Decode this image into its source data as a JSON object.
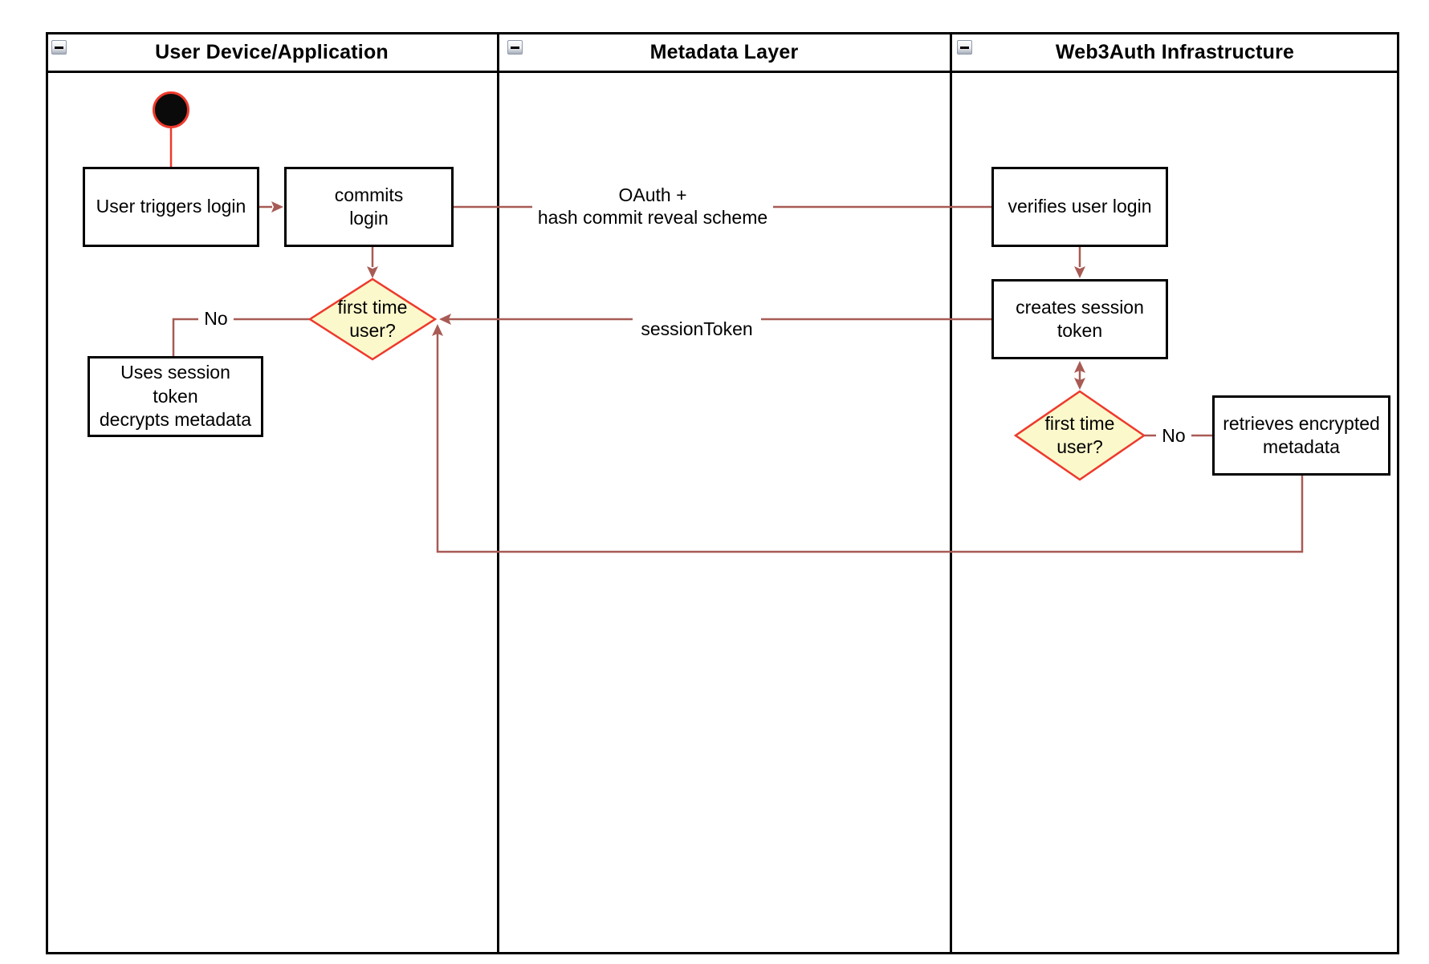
{
  "diagram": {
    "kind": "swimlane-activity-diagram",
    "colors": {
      "connector": "#a85b55",
      "accent_red": "#ee392c",
      "decision_fill": "#fbf8cb",
      "node_border": "#000000",
      "lane_border": "#000000"
    },
    "icons": {
      "collapse": "minus-icon"
    }
  },
  "lanes": [
    {
      "title": "User Device/Application"
    },
    {
      "title": "Metadata Layer"
    },
    {
      "title": "Web3Auth Infrastructure"
    }
  ],
  "nodes": {
    "user_triggers_login": "User triggers login",
    "commits_login": "commits\nlogin",
    "first_time_user_1": "first time\nuser?",
    "uses_session_token": "Uses session\ntoken\ndecrypts metadata",
    "verifies_user_login": "verifies user login",
    "creates_session_token": "creates session\ntoken",
    "first_time_user_2": "first time\nuser?",
    "retrieves_encrypted_metadata": "retrieves encrypted\nmetadata"
  },
  "edge_labels": {
    "no_1": "No",
    "oauth": "OAuth +\nhash commit reveal scheme",
    "session_token": "sessionToken",
    "no_2": "No"
  }
}
